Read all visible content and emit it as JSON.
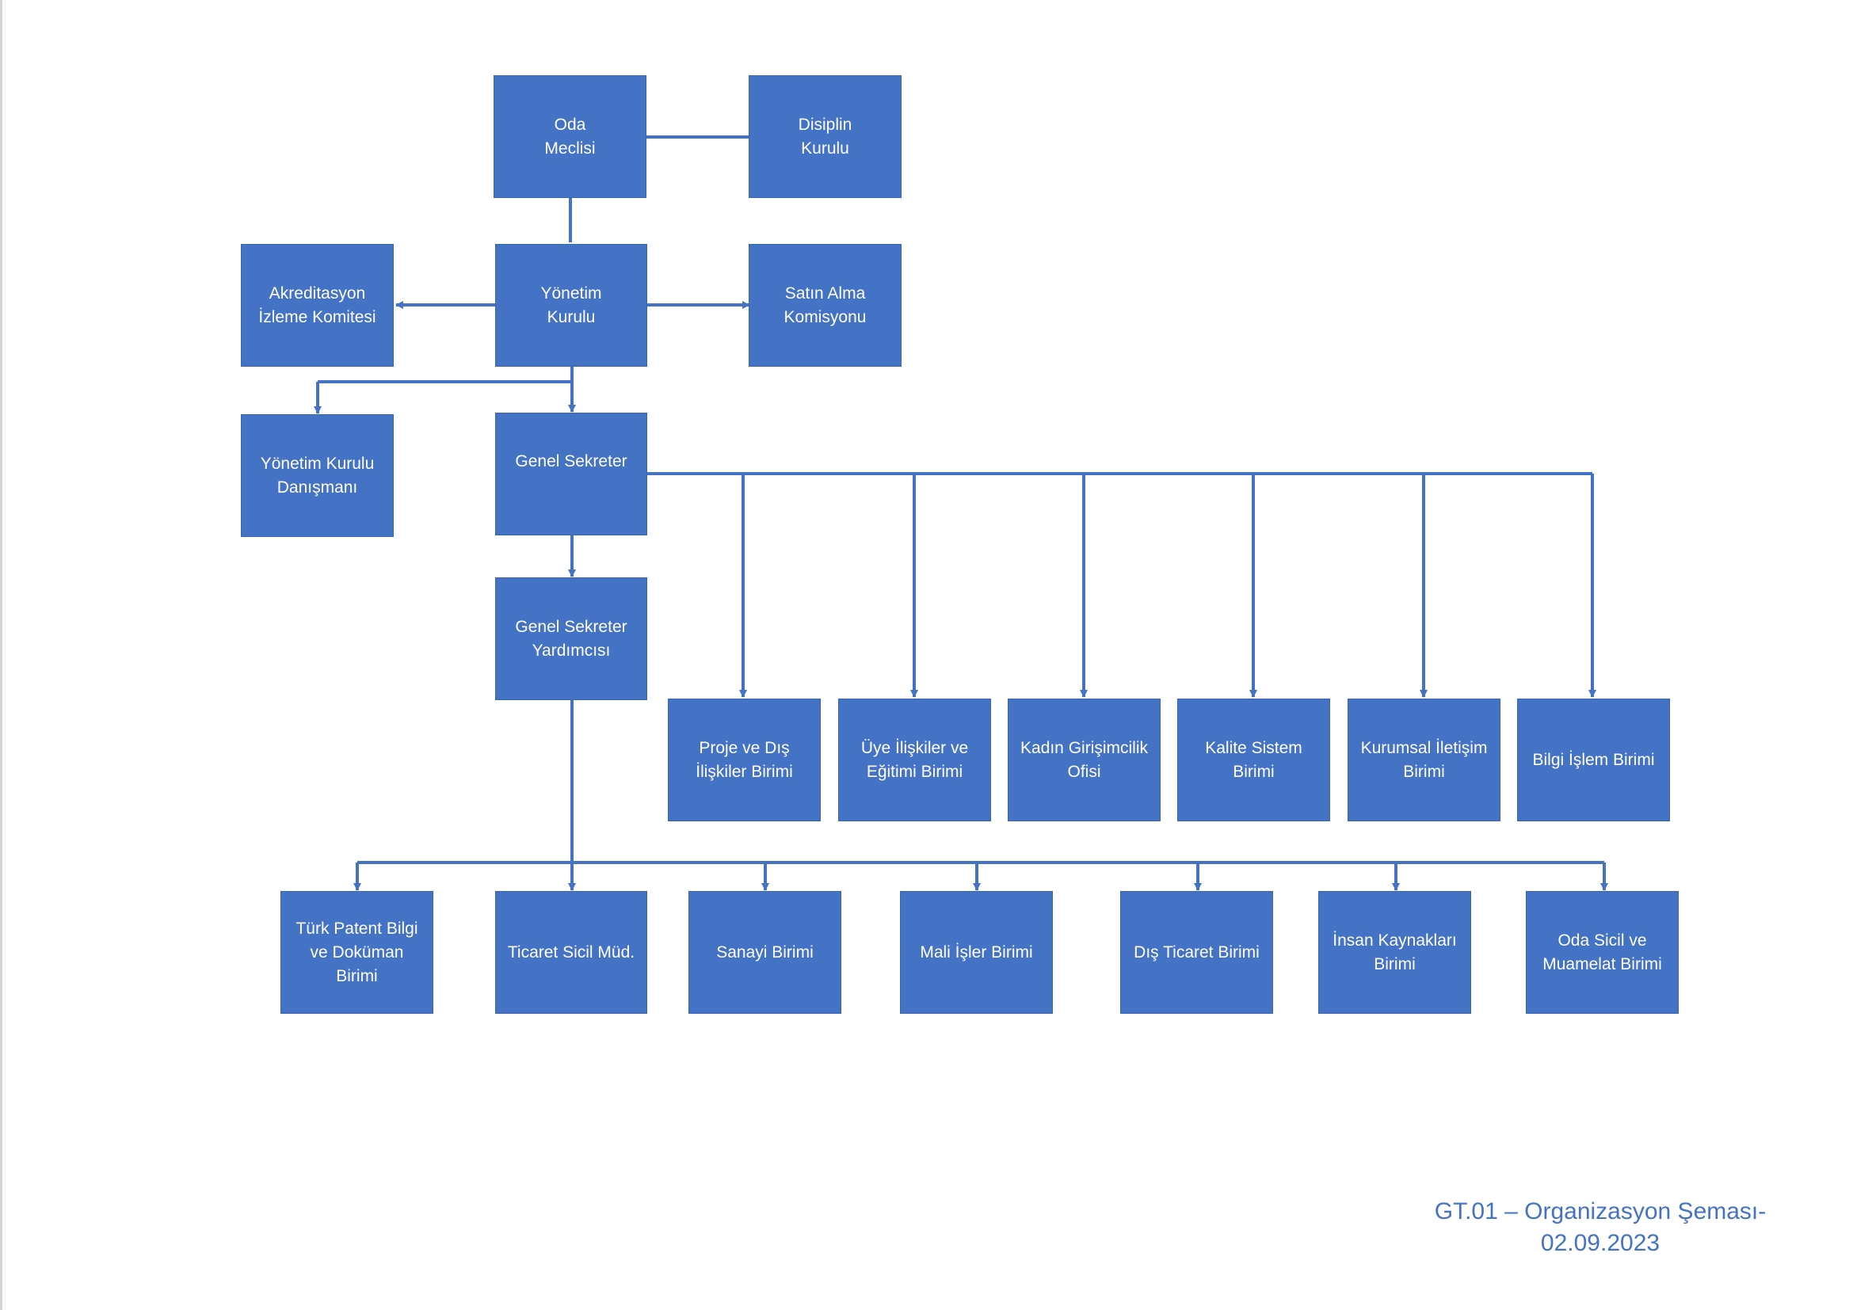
{
  "diagram": {
    "nodes": {
      "oda_meclisi": "Oda\nMeclisi",
      "disiplin_kurulu": "Disiplin\nKurulu",
      "akreditasyon": "Akreditasyon\nİzleme Komitesi",
      "yonetim_kurulu": "Yönetim\nKurulu",
      "satin_alma": "Satın Alma\nKomisyonu",
      "yk_danismani": "Yönetim Kurulu\nDanışmanı",
      "genel_sekreter": "Genel Sekreter",
      "gs_yardimcisi": "Genel Sekreter\nYardımcısı",
      "proje_dis": "Proje ve Dış\nİlişkiler Birimi",
      "uye_iliskiler": "Üye İlişkiler ve\nEğitimi Birimi",
      "kadin_girisim": "Kadın Girişimcilik\nOfisi",
      "kalite_sistem": "Kalite Sistem\nBirimi",
      "kurumsal_iletisim": "Kurumsal İletişim\nBirimi",
      "bilgi_islem": "Bilgi İşlem Birimi",
      "turk_patent": "Türk Patent Bilgi\nve Doküman\nBirimi",
      "ticaret_sicil": "Ticaret Sicil Müd.",
      "sanayi": "Sanayi Birimi",
      "mali_isler": "Mali İşler Birimi",
      "dis_ticaret": "Dış Ticaret Birimi",
      "insan_kaynaklari": "İnsan Kaynakları\nBirimi",
      "oda_sicil": "Oda Sicil ve\nMuamelat Birimi"
    },
    "caption": {
      "line1": "GT.01 – Organizasyon Şeması-",
      "line2": "02.09.2023"
    }
  },
  "colors": {
    "box_fill": "#4472c4",
    "connector": "#4472c4",
    "box_text": "#ffffff",
    "caption_text": "#4472c4"
  }
}
